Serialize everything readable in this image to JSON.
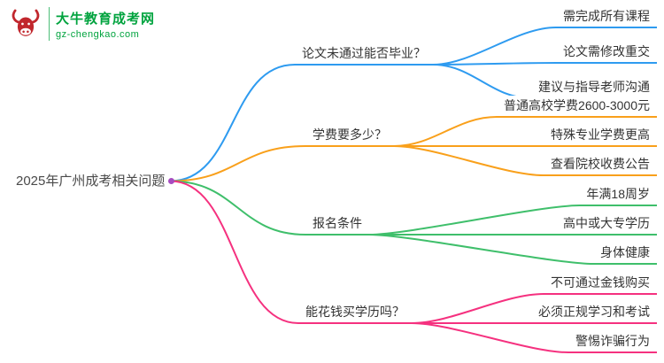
{
  "logo": {
    "title": "大牛教育成考网",
    "subtitle": "gz-chengkao.com",
    "brand_color": "#00a33e",
    "icon_color": "#c1272d"
  },
  "root": {
    "label": "2025年广州成考相关问题",
    "text_color": "#4a4a4a",
    "anchor_color": "#a64cc0"
  },
  "branches": [
    {
      "label": "论文未通过能否毕业？",
      "color": "#2e9bf0",
      "children": [
        "需完成所有课程",
        "论文需修改重交",
        "建议与指导老师沟通"
      ]
    },
    {
      "label": "学费要多少？",
      "color": "#f9a01b",
      "children": [
        "普通高校学费2600-3000元",
        "特殊专业学费更高",
        "查看院校收费公告"
      ]
    },
    {
      "label": "报名条件",
      "color": "#3fbf6b",
      "children": [
        "年满18周岁",
        "高中或大专学历",
        "身体健康"
      ]
    },
    {
      "label": "能花钱买学历吗？",
      "color": "#f5317f",
      "children": [
        "不可通过金钱购买",
        "必须正规学习和考试",
        "警惕诈骗行为"
      ]
    }
  ]
}
